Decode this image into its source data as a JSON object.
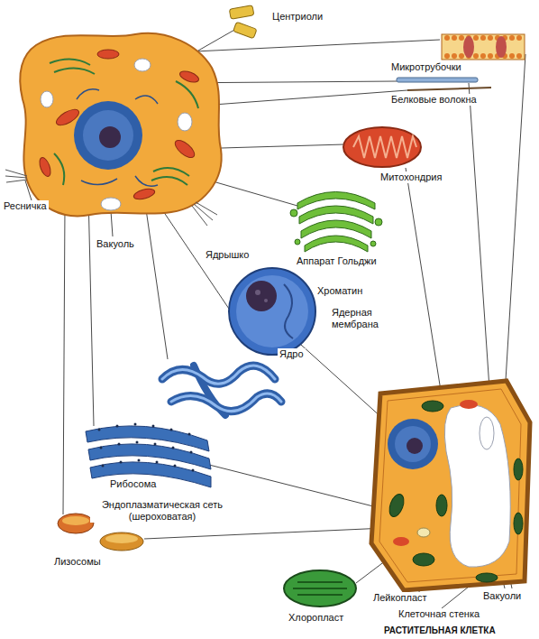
{
  "diagram": {
    "labels": [
      "Центриоли",
      "Микротрубочки",
      "Белковые волокна",
      "Митохондрия",
      "Ресничка",
      "Вакуоль",
      "Аппарат Гольджи",
      "Ядрышко",
      "Хроматин",
      "Ядерная мембрана",
      "Ядро",
      "Рибосома",
      "Эндоплазматическая сеть (шероховатая)",
      "Лизосомы",
      "Лейкопласт",
      "Клеточная стенка",
      "Вакуоли",
      "Хлоропласт",
      "РАСТИТЕЛЬНАЯ КЛЕТКА"
    ]
  }
}
